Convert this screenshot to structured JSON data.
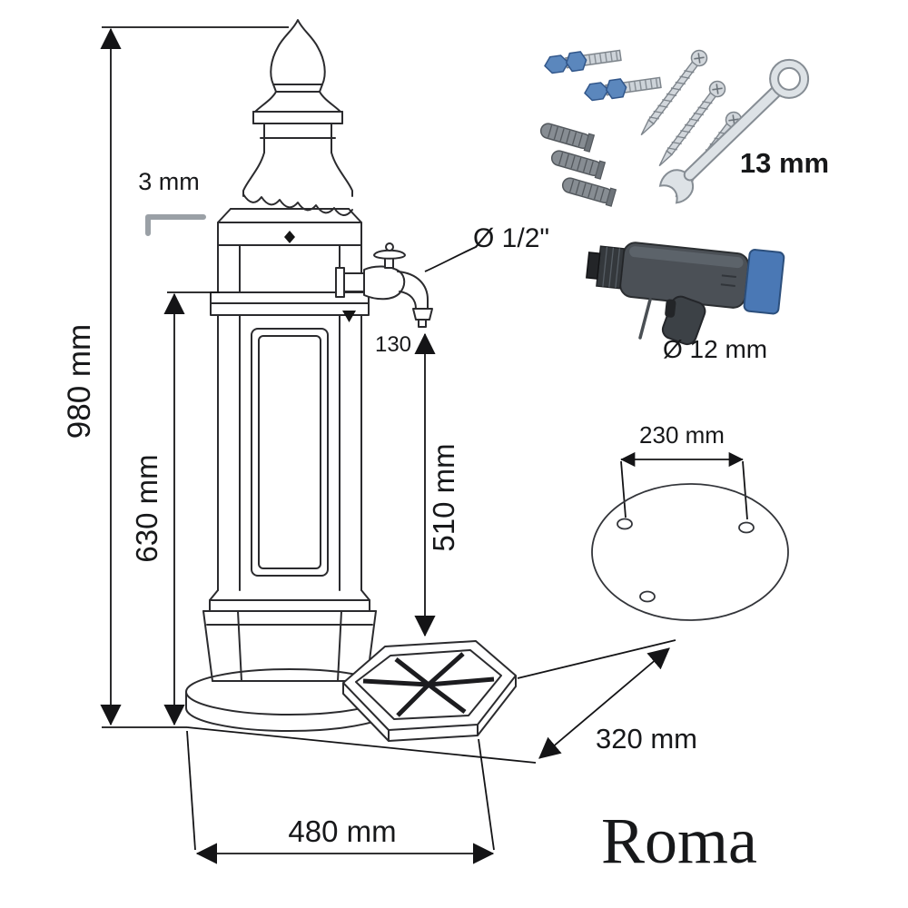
{
  "product": {
    "name": "Roma"
  },
  "dimensions": {
    "total_height": "980 mm",
    "pedestal_height": "630 mm",
    "spout_height": "510 mm",
    "spout_reach": "130",
    "base_width": "480 mm",
    "base_depth": "320 mm",
    "anchor_spacing": "230 mm"
  },
  "tools": {
    "allen_key_size": "3 mm",
    "tap_thread": "Ø 1/2\"",
    "wrench_size": "13 mm",
    "drill_bit": "Ø 12 mm"
  },
  "colors": {
    "line": "#2b2b2e",
    "accent_blue": "#4a78b5",
    "steel_gray": "#d2d7dc"
  }
}
